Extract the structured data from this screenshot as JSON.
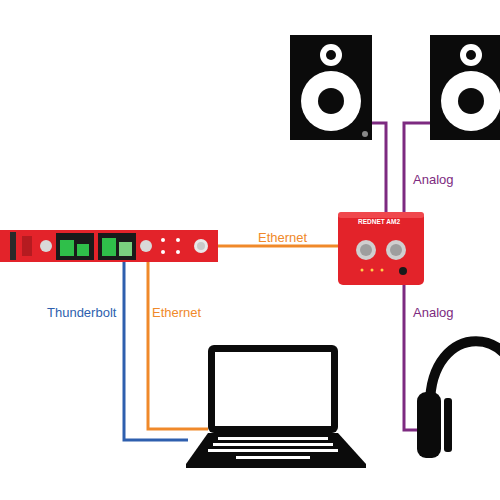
{
  "diagram": {
    "nodes": [
      {
        "text": []
      },
      {
        "text": []
      },
      {
        "text": []
      },
      {
        "text": [
          "REDNET AM2"
        ]
      },
      {
        "text": []
      },
      {
        "text": []
      }
    ],
    "edges": [
      {
        "from": 2,
        "to": 3,
        "label": "Ethernet",
        "arrow": "none"
      },
      {
        "from": 3,
        "to": 0,
        "arrow": "none"
      },
      {
        "from": 3,
        "to": 1,
        "label": "Analog",
        "arrow": "none"
      },
      {
        "from": 2,
        "to": 4,
        "label": "Thunderbolt",
        "arrow": "none"
      },
      {
        "from": 2,
        "to": 4,
        "label": "Ethernet",
        "arrow": "none"
      },
      {
        "from": 3,
        "to": 5,
        "label": "Analog",
        "arrow": "none"
      }
    ]
  }
}
